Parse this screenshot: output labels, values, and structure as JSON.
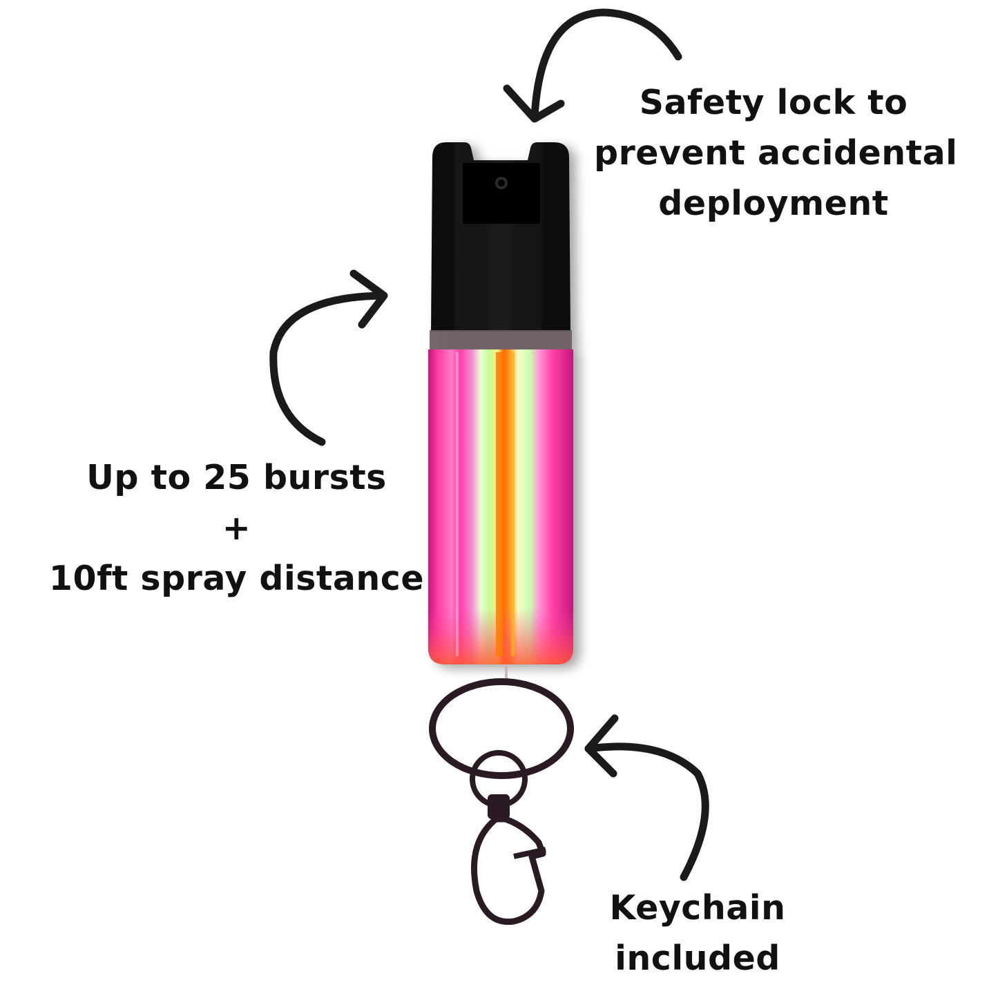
{
  "callouts": {
    "safety_lock": {
      "lines": [
        "Safety lock to",
        "prevent accidental",
        "deployment"
      ]
    },
    "bursts": {
      "lines": [
        "Up to 25 bursts",
        "+",
        "10ft spray distance"
      ]
    },
    "keychain": {
      "lines": [
        "Keychain",
        "included"
      ]
    }
  },
  "colors": {
    "background": "#ffffff",
    "text": "#111111",
    "arrow": "#1a1a1a",
    "cap": "#141414",
    "body_pink": "#ff3ea8",
    "body_green": "#d8ffb0",
    "body_orange": "#ff6a00",
    "hardware": "#2a1a24"
  },
  "icons": {
    "safety_arrow": "curved-arrow-icon",
    "bursts_arrow": "curved-arrow-icon",
    "keychain_arrow": "curved-arrow-icon"
  }
}
